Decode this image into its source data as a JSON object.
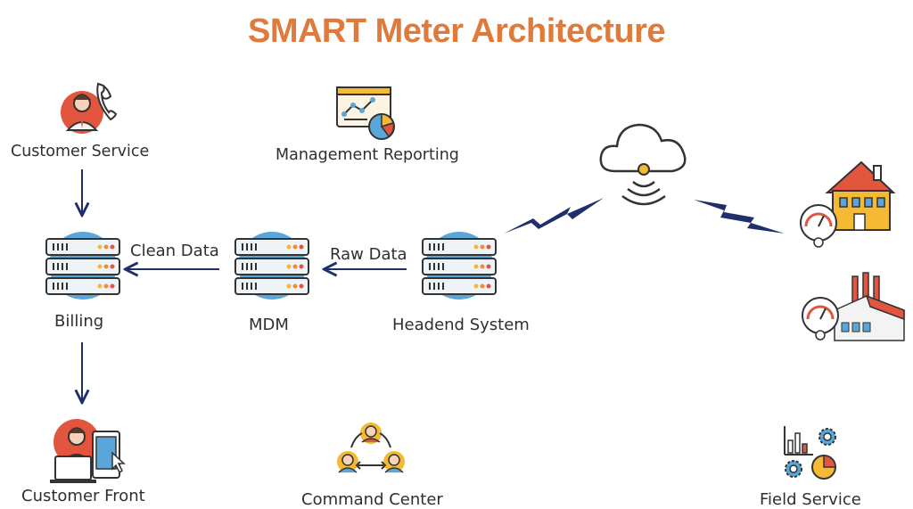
{
  "title": "SMART Meter Architecture",
  "colors": {
    "title": "#e07a3a",
    "navy": "#1f2f6d",
    "server_blue": "#5aa6d9",
    "server_body": "#eef3f8",
    "ink": "#333333",
    "orange": "#f08a3c",
    "yellow": "#f5b933",
    "red": "#e2553f"
  },
  "nodes": {
    "customer_service": "Customer Service",
    "management_reporting": "Management Reporting",
    "billing": "Billing",
    "mdm": "MDM",
    "headend_system": "Headend System",
    "customer_front": "Customer Front",
    "command_center": "Command Center",
    "field_service": "Field Service"
  },
  "flows": {
    "clean_data": "Clean Data",
    "raw_data": "Raw Data"
  },
  "icons": {
    "customer_service": "call-agent-icon",
    "management_reporting": "report-dashboard-icon",
    "servers": "server-rack-icon",
    "cloud": "cloud-wireless-icon",
    "house": "house-meter-icon",
    "factory": "factory-meter-icon",
    "customer_front": "customer-portal-icon",
    "command_center": "team-network-icon",
    "field_service": "analytics-gear-icon"
  }
}
